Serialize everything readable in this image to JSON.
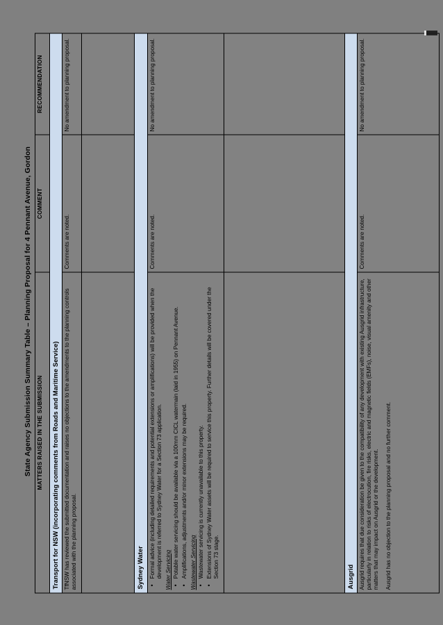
{
  "document": {
    "title": "State Agency Submission Summary Table – Planning Proposal for 4 Pennant Avenue, Gordon"
  },
  "table": {
    "headers": {
      "matters": "MATTERS RAISED IN THE SUBMISSION",
      "comment": "COMMENT",
      "recommendation": "RECOMMENDATION"
    },
    "agencies": [
      {
        "name": "Transport for NSW (incorporating comments from Roads and Maritime Service)",
        "matters": "TfNSW has reviewed the submitted documentation and raises no objections to the amendments to the planning controls associated with the planning proposal.",
        "comment": "Comments are noted.",
        "recommendation": "No amendment to planning proposal."
      },
      {
        "name": "Sydney Water",
        "bullet_intro": "Formal advice (including detailed requirements and potential extensions or amplifications) will be provided when the development is referred to Sydney Water for a Section 73 application.",
        "section_water": "Water Servicing",
        "water_bullets": [
          "Potable water servicing should be available via a 100mm CICL watermain (laid in 1955) on Pennant Avenue.",
          "Amplifications, adjustments and/or minor extensions may be required."
        ],
        "section_wastewater": "Wastewater Servicing",
        "wastewater_bullets": [
          "Wastewater servicing is currently unavailable to this property.",
          "Extensions of Sydney Water assets will be required to service this property. Further details will be covered under the Section 73 stage."
        ],
        "comment": "Comments are noted.",
        "recommendation": "No amendment to planning proposal."
      },
      {
        "name": "Ausgrid",
        "matters": "Ausgrid requires that due consideration be given to the compatibility of any development with existing Ausgrid infrastructure, particularly in relation to risks of electrocution, fire risks, electric and magnetic fields (EMFs), noise, visual amenity and other matters that may impact on Ausgrid or the development.",
        "matters_2": "Ausgrid has no objection to the planning proposal and no further comment.",
        "comment": "Comments are noted.",
        "recommendation": "No amendment to planning proposal."
      }
    ]
  },
  "colors": {
    "header_fill": "#a8c0dd",
    "agency_fill": "#cddcee",
    "cell_fill": "#828282",
    "page_background": "#808080"
  }
}
